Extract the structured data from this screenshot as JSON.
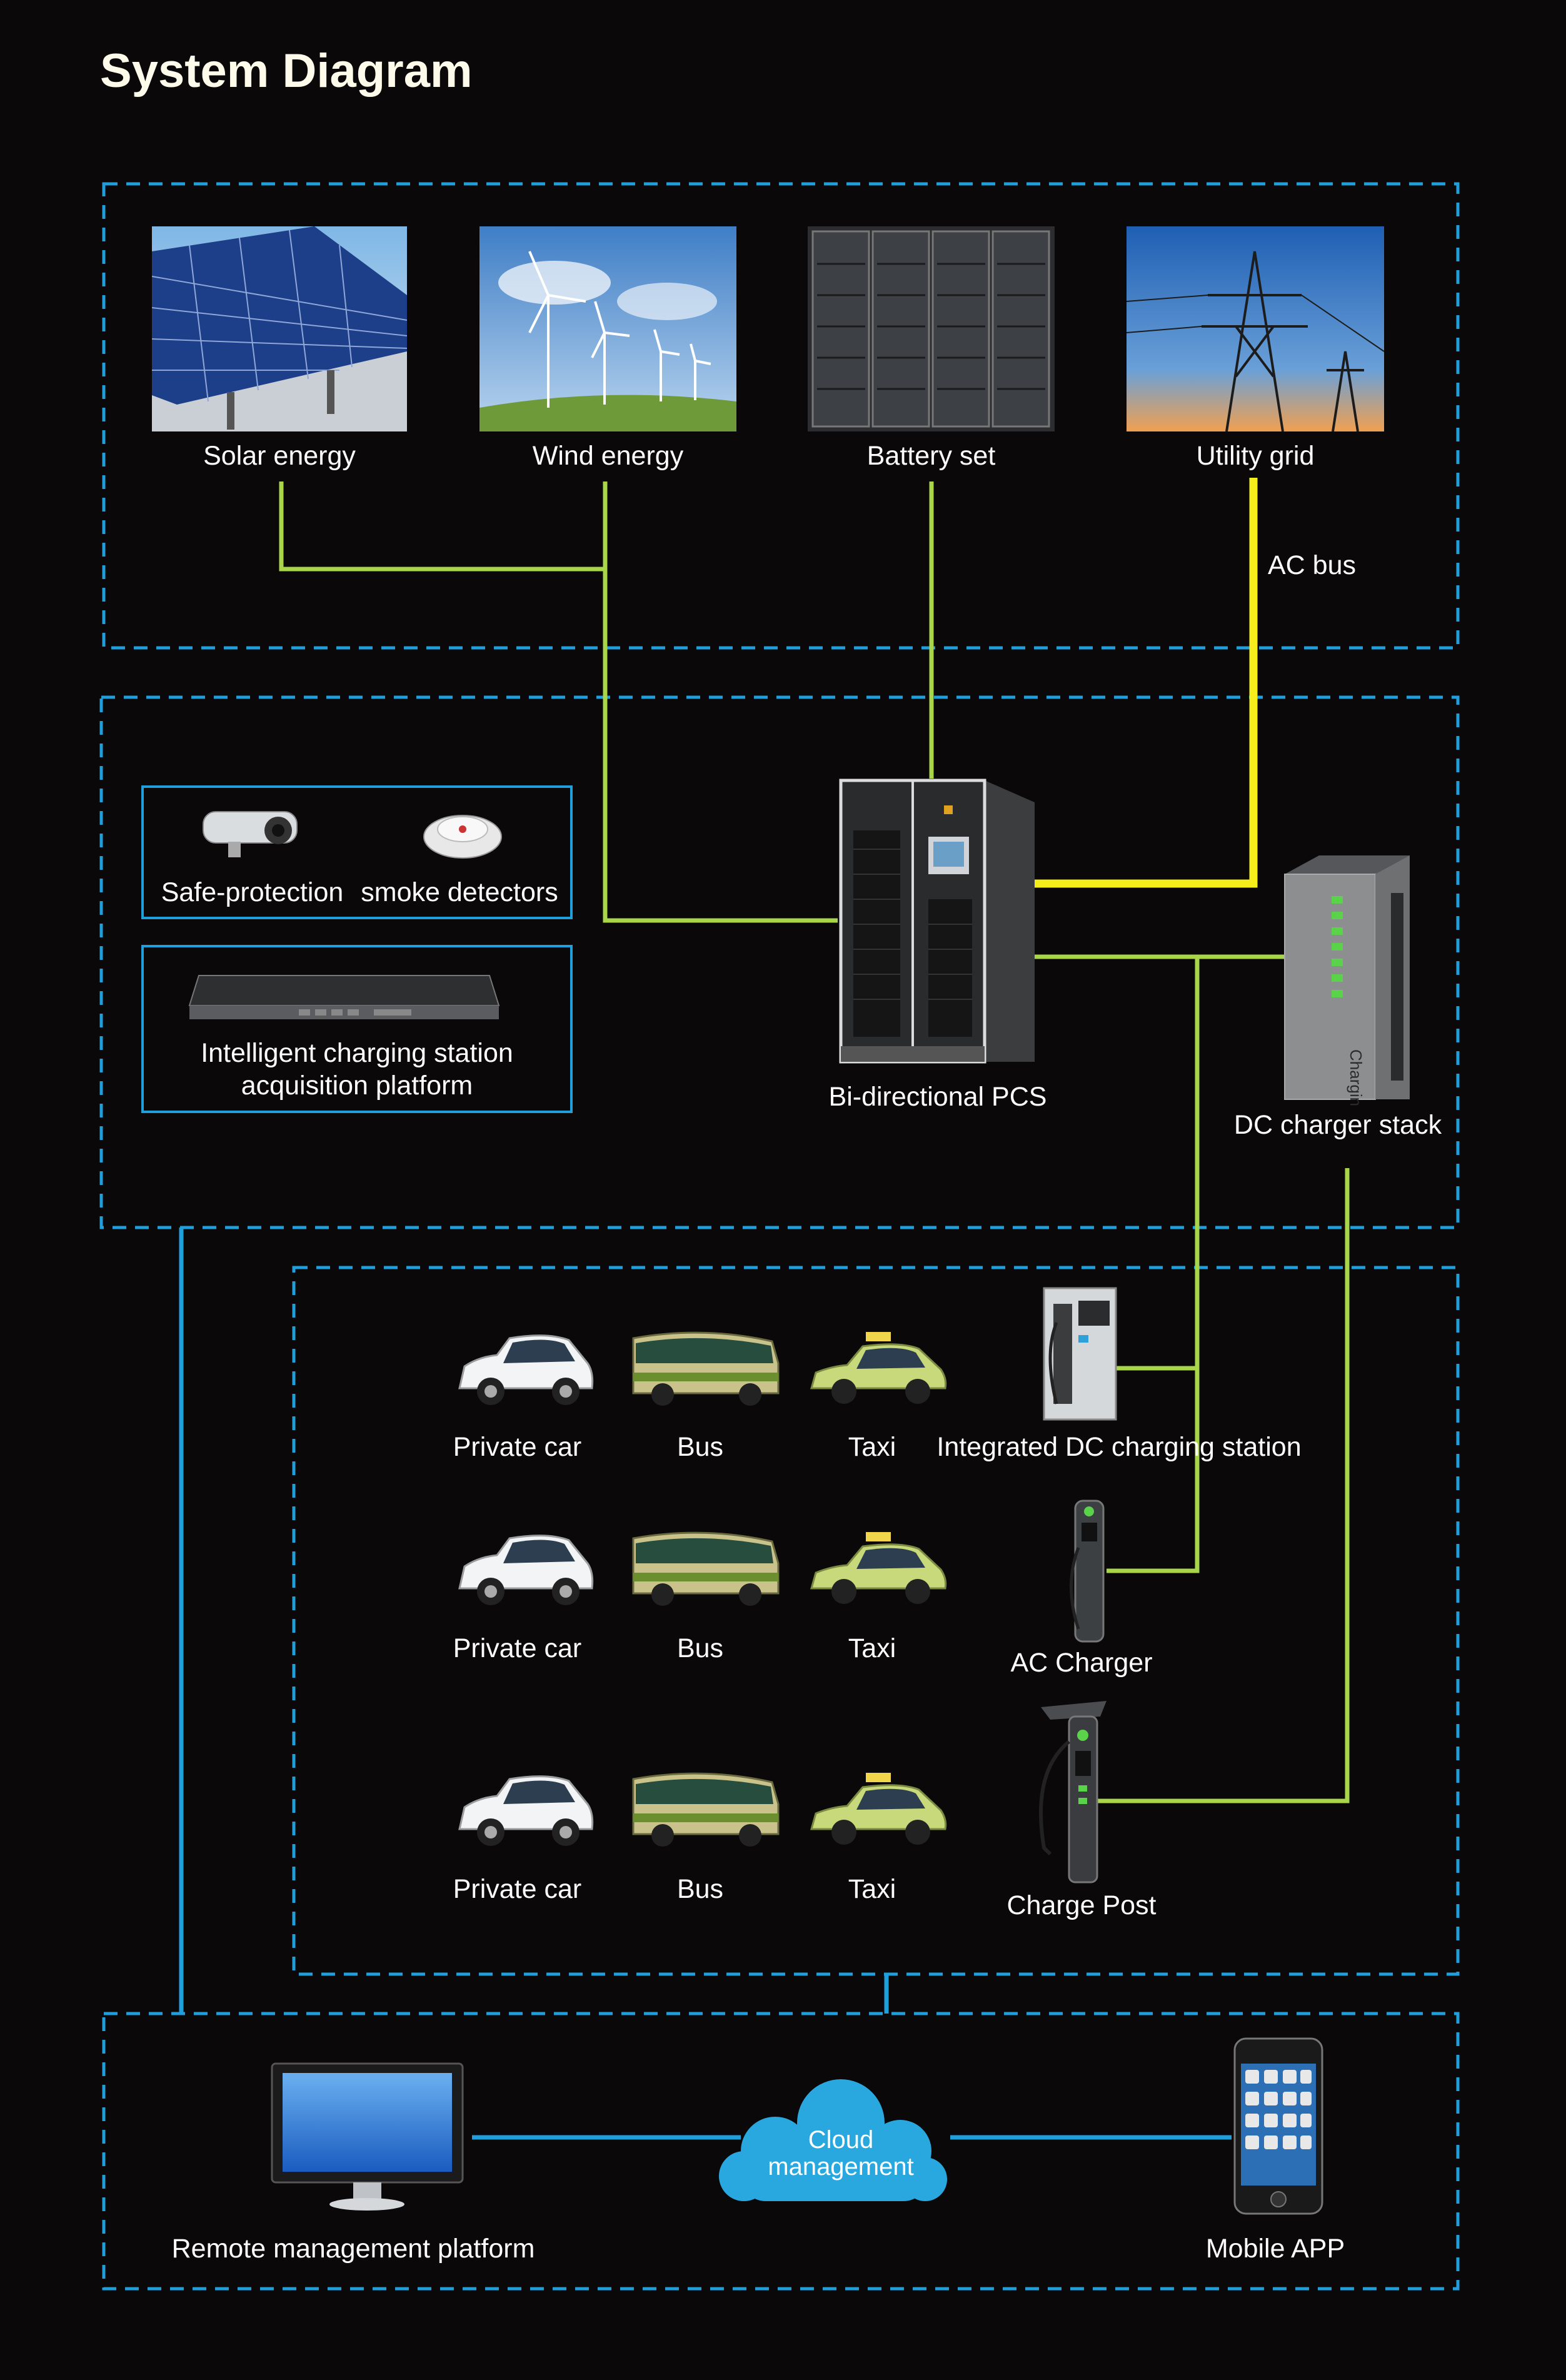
{
  "title": "System Diagram",
  "sources": {
    "solar": "Solar energy",
    "wind": "Wind energy",
    "battery": "Battery set",
    "grid": "Utility grid",
    "ac_bus": "AC bus"
  },
  "station": {
    "safe_protection": "Safe-protection",
    "smoke_detectors": "smoke detectors",
    "platform_line1": "Intelligent charging station",
    "platform_line2": "acquisition platform",
    "pcs": "Bi-directional PCS",
    "dc_stack": "DC charger stack",
    "stack_text": "Charging Stack"
  },
  "vehicles": {
    "rows": [
      {
        "car": "Private car",
        "bus": "Bus",
        "taxi": "Taxi",
        "charger": "Integrated DC charging station"
      },
      {
        "car": "Private car",
        "bus": "Bus",
        "taxi": "Taxi",
        "charger": "AC Charger"
      },
      {
        "car": "Private car",
        "bus": "Bus",
        "taxi": "Taxi",
        "charger": "Charge Post"
      }
    ]
  },
  "management": {
    "remote": "Remote management platform",
    "cloud_line1": "Cloud",
    "cloud_line2": "management",
    "mobile": "Mobile APP"
  },
  "colors": {
    "dash_border": "#1fa0dc",
    "green_wire": "#a8d54a",
    "yellow_bus": "#f5ee1a",
    "blue_wire": "#1fa0dc",
    "cloud": "#29a8e0"
  }
}
